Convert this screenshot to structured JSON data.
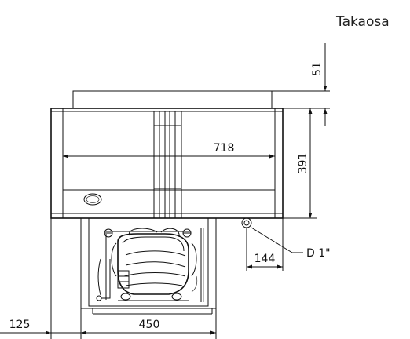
{
  "title": "Takaosa",
  "dimensions": {
    "top_offset": "51",
    "height": "391",
    "width_inner": "718",
    "drain_offset": "144",
    "drain_label": "D 1\"",
    "left_offset": "125",
    "unit_width": "450"
  }
}
